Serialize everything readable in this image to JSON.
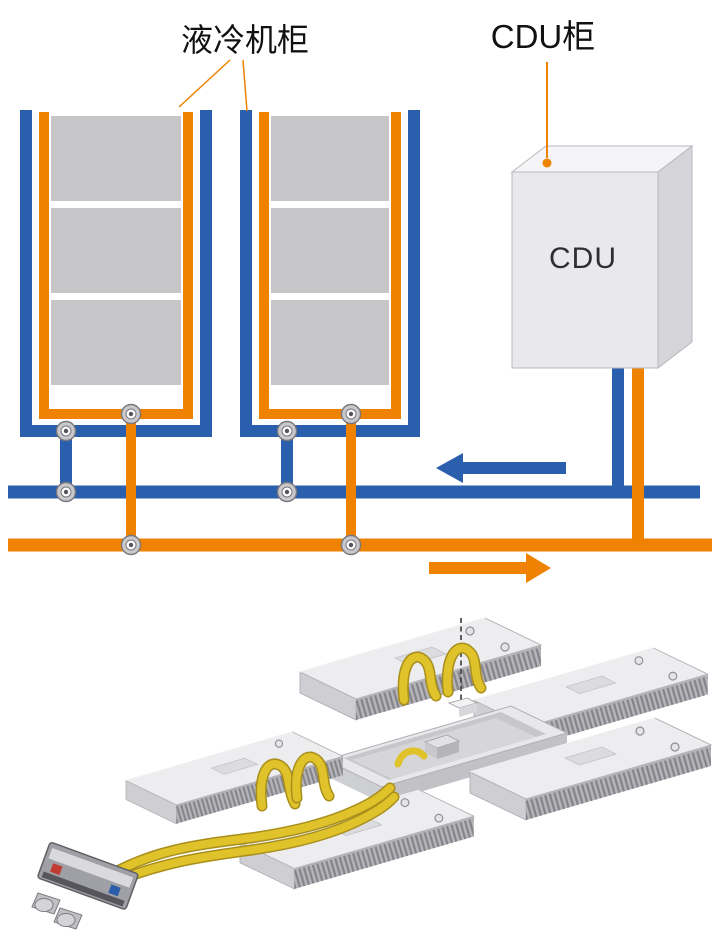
{
  "diagram": {
    "schematic": {
      "cabinet_label": "液冷机柜",
      "cdu_cabinet_label": "CDU柜",
      "cdu_unit_label": "CDU",
      "cabinet_count": 2,
      "blade_rows_per_cabinet": 3,
      "valve_count": 8,
      "arrows": [
        {
          "id": "supply-flow-arrow",
          "direction": "left",
          "color": "#2a5fad"
        },
        {
          "id": "return-flow-arrow",
          "direction": "right",
          "color": "#ef8200"
        }
      ]
    },
    "colors": {
      "pipe_blue": "#2a5fad",
      "pipe_orange": "#ef8200",
      "block_gray": "#c6c6c9",
      "box_face": "#e9e9ec",
      "box_top": "#f5f5f7",
      "box_side": "#d5d5d9",
      "board_top": "#ededf0",
      "board_side": "#cfcfd3",
      "fin_base": "#b4b4b8",
      "fin_dark": "#84848a",
      "tube_yellow": "#e0c22a",
      "tube_shade": "#a88f1c",
      "valve_ring": "#c9c9cc",
      "valve_edge": "#77777c",
      "label_text": "#111111"
    }
  }
}
